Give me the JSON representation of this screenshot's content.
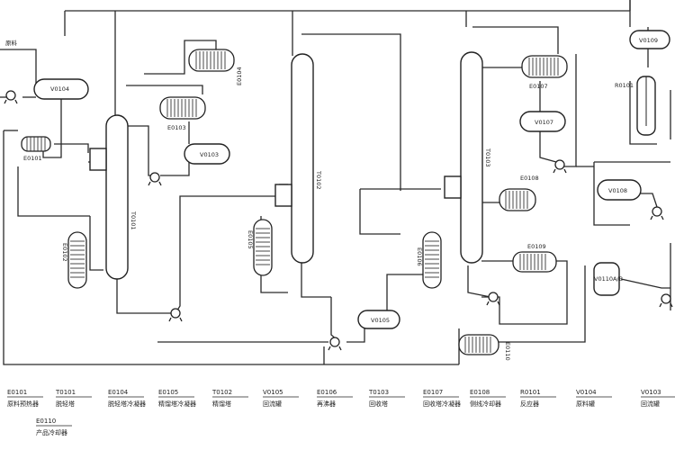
{
  "feed_label": "原料",
  "tags": {
    "v_top_left": "V0104",
    "hx_small_left": "E0101",
    "col1": "T0101",
    "hx_top_a": "E0104",
    "hx_top_b": "E0103",
    "v_mid_left": "V0103",
    "hx_left_low": "E0102",
    "col2": "T0102",
    "hx_mid": "E0105",
    "v_bottom_mid": "V0105",
    "col3": "T0103",
    "hx_top_right": "E0107",
    "v_right_top": "V0107",
    "hx_right_mid": "E0108",
    "hx_right_low": "E0106",
    "hx_right_low2": "E0109",
    "hx_bottom": "E0110",
    "v_far_right_top": "V0109",
    "r_far_right": "R0101",
    "v_far_right_mid": "V0108",
    "v_far_right_low": "V0110A/B"
  },
  "legend": [
    {
      "tag": "E0101",
      "name": "原料预热器"
    },
    {
      "tag": "T0101",
      "name": "脱轻塔"
    },
    {
      "tag": "E0104",
      "name": "脱轻塔冷凝器"
    },
    {
      "tag": "E0105",
      "name": "精馏塔冷凝器"
    },
    {
      "tag": "T0102",
      "name": "精馏塔"
    },
    {
      "tag": "V0105",
      "name": "回流罐"
    },
    {
      "tag": "E0106",
      "name": "再沸器"
    },
    {
      "tag": "T0103",
      "name": "回收塔"
    },
    {
      "tag": "E0107",
      "name": "回收塔冷凝器"
    },
    {
      "tag": "E0108",
      "name": "侧线冷却器"
    },
    {
      "tag": "R0101",
      "name": "反应器"
    },
    {
      "tag": "V0104",
      "name": "原料罐"
    },
    {
      "tag": "V0103",
      "name": "回流罐"
    },
    {
      "tag": "E0110",
      "name": "产品冷却器"
    }
  ]
}
